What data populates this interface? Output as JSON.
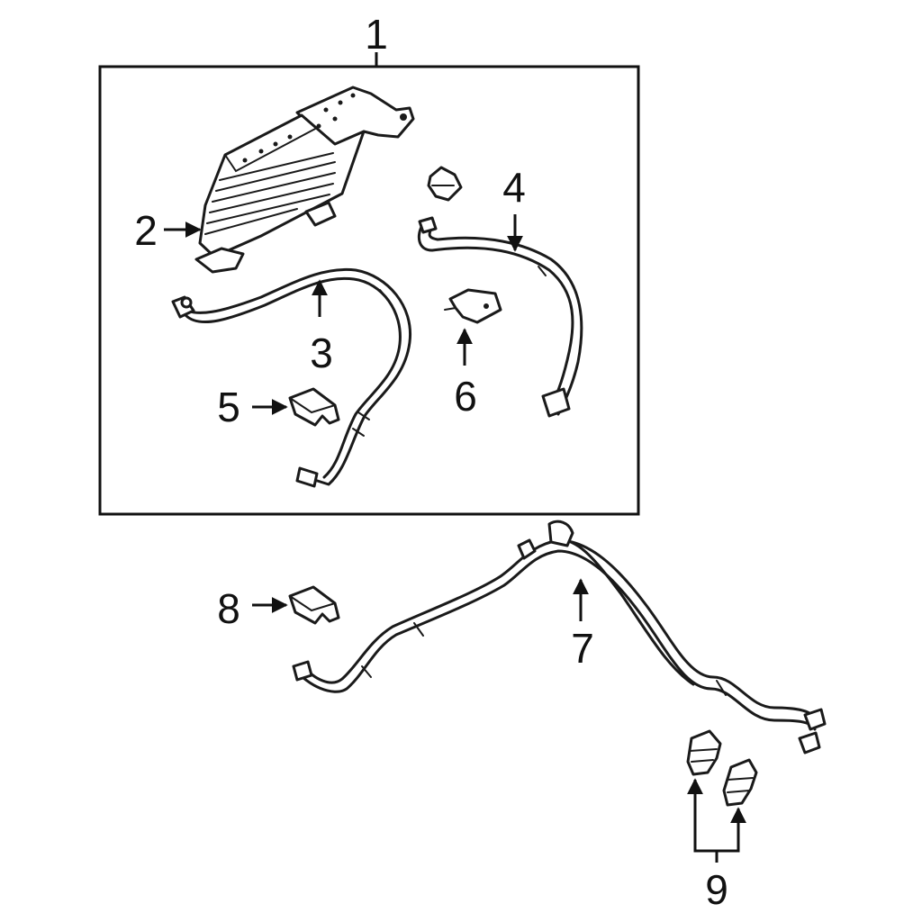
{
  "diagram": {
    "callouts": {
      "c1": "1",
      "c2": "2",
      "c3": "3",
      "c4": "4",
      "c5": "5",
      "c6": "6",
      "c7": "7",
      "c8": "8",
      "c9": "9"
    },
    "colors": {
      "ink": "#1a1a1a",
      "background": "#ffffff"
    }
  }
}
